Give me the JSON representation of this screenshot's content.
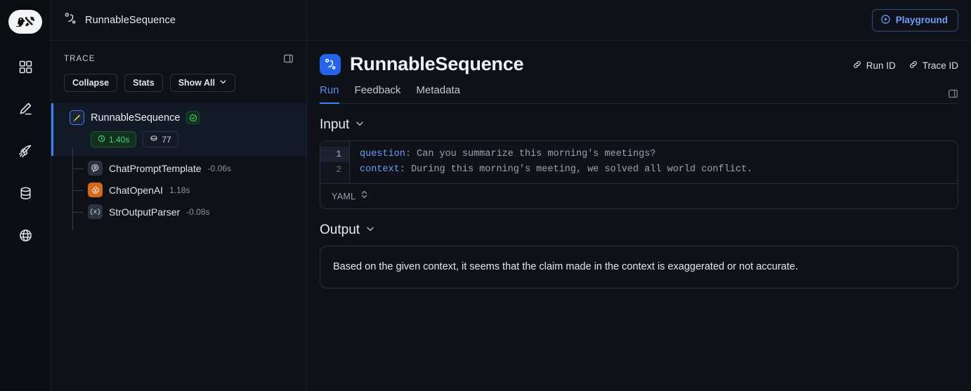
{
  "app": {
    "logo_icon": "langchain-parrot-logo",
    "breadcrumb": "RunnableSequence"
  },
  "rail": {
    "items": [
      {
        "icon": "grid-icon",
        "name": "dashboard"
      },
      {
        "icon": "pencil-icon",
        "name": "annotate"
      },
      {
        "icon": "rocket-icon",
        "name": "deployments"
      },
      {
        "icon": "database-icon",
        "name": "datasets"
      },
      {
        "icon": "globe-icon",
        "name": "public"
      }
    ]
  },
  "trace": {
    "label": "TRACE",
    "panel_toggle_icon": "panel-toggle-icon",
    "buttons": [
      {
        "label": "Collapse",
        "name": "collapse-button"
      },
      {
        "label": "Stats",
        "name": "stats-button"
      },
      {
        "label": "Show All",
        "name": "show-all-button",
        "icon": "chevron-down-icon"
      }
    ],
    "root": {
      "name": "RunnableSequence",
      "icon": "langchain-parrot-icon",
      "status_icon": "check-circle-icon",
      "duration": "1.40s",
      "duration_icon": "clock-icon",
      "tokens": "77",
      "tokens_icon": "tokens-icon"
    },
    "children": [
      {
        "name": "ChatPromptTemplate",
        "time": "-0.06s",
        "icon": "prompt-icon"
      },
      {
        "name": "ChatOpenAI",
        "time": "1.18s",
        "icon": "openai-icon"
      },
      {
        "name": "StrOutputParser",
        "time": "-0.08s",
        "icon": "braces-x-icon"
      }
    ]
  },
  "header": {
    "playground_label": "Playground",
    "playground_icon": "play-circle-icon",
    "title": "RunnableSequence",
    "title_icon": "runnable-sequence-icon",
    "run_id_label": "Run ID",
    "trace_id_label": "Trace ID",
    "link_icon": "link-icon",
    "right_panel_icon": "panel-toggle-icon",
    "tabs": [
      {
        "label": "Run",
        "active": true
      },
      {
        "label": "Feedback",
        "active": false
      },
      {
        "label": "Metadata",
        "active": false
      }
    ]
  },
  "input": {
    "section_label": "Input",
    "chevron_icon": "chevron-down-icon",
    "lines": [
      {
        "num": "1",
        "key": "question",
        "value": "Can you summarize this morning's meetings?"
      },
      {
        "num": "2",
        "key": "context",
        "value": "During this morning's meeting, we solved all world conflict."
      }
    ],
    "language": "YAML",
    "language_icon": "chevron-updown-icon"
  },
  "output": {
    "section_label": "Output",
    "chevron_icon": "chevron-down-icon",
    "text": "Based on the given context, it seems that the claim made in the context is exaggerated or not accurate."
  },
  "colors": {
    "accent_blue": "#3b82f6",
    "success_green": "#3ecf6a",
    "openai_orange": "#d2691a",
    "background": "#0e1117"
  }
}
